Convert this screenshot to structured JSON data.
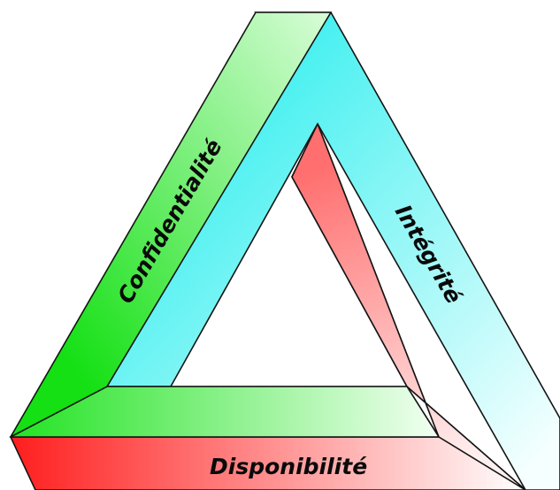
{
  "diagram": {
    "labels": {
      "confidentiality": "Confidentialité",
      "integrity": "Intégrité",
      "availability": "Disponibilité"
    },
    "colors": {
      "confidentiality": "#19e419",
      "integrity": "#3ff0f0",
      "availability": "#ff1e1e"
    }
  }
}
